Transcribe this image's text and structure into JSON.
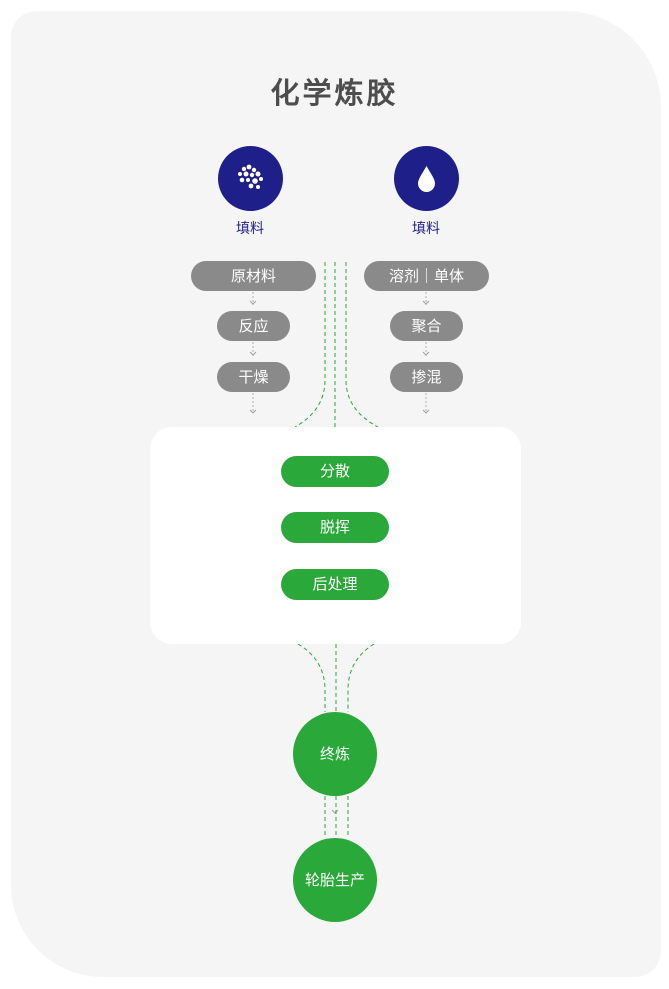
{
  "title": "化学炼胶",
  "sources": [
    {
      "caption": "填料",
      "icon": "particles-icon"
    },
    {
      "caption": "填料",
      "icon": "droplet-icon"
    }
  ],
  "left_steps": [
    "原材料",
    "反应",
    "干燥"
  ],
  "right_steps": [
    "溶剂｜单体",
    "聚合",
    "掺混"
  ],
  "center_steps": [
    "分散",
    "脱挥",
    "后处理"
  ],
  "final_steps": [
    "终炼",
    "轮胎生产"
  ],
  "colors": {
    "navy": "#1f1f8a",
    "green": "#2aa83a",
    "gray": "#8a8a8a",
    "background": "#f5f5f5"
  }
}
